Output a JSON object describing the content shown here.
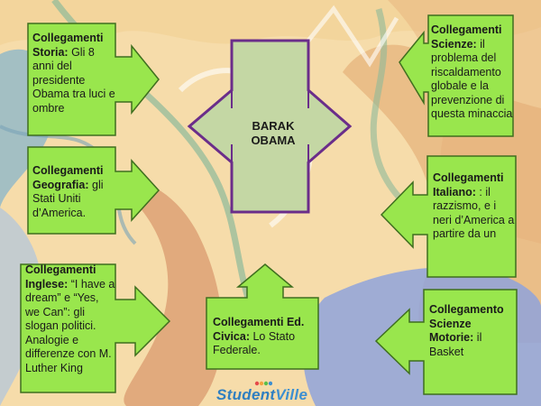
{
  "center": {
    "line1": "BARAK",
    "line2": "OBAMA"
  },
  "callouts": {
    "storia": {
      "title": "Collegamenti Storia:",
      "text": " Gli 8 anni del presidente Obama tra luci e ombre"
    },
    "geografia": {
      "title": "Collegamenti Geografia:",
      "text": " gli Stati Uniti d’America."
    },
    "inglese": {
      "title": "Collegamenti Inglese:",
      "text": " “I have a dream” e “Yes, we Can”: gli slogan politici. Analogie e differenze con M. Luther King"
    },
    "ed_civica": {
      "title": "Collegamenti Ed. Civica:",
      "text": " Lo Stato Federale."
    },
    "scienze": {
      "title": "Collegamenti Scienze:",
      "text": " il problema del riscaldamento globale e la prevenzione di questa minaccia"
    },
    "italiano": {
      "title": "Collegamenti Italiano:",
      "text": " : il razzismo, e i neri d’America a partire da un"
    },
    "motorie": {
      "title": "Collegamento Scienze Motorie:",
      "text": " il Basket"
    }
  },
  "logo": {
    "part1": "Student",
    "part2": "Ville"
  },
  "colors": {
    "box_fill": "#99e64d",
    "box_stroke": "#3f6f1f",
    "center_fill": "#c4d7a4",
    "center_stroke": "#6a2d8a"
  }
}
